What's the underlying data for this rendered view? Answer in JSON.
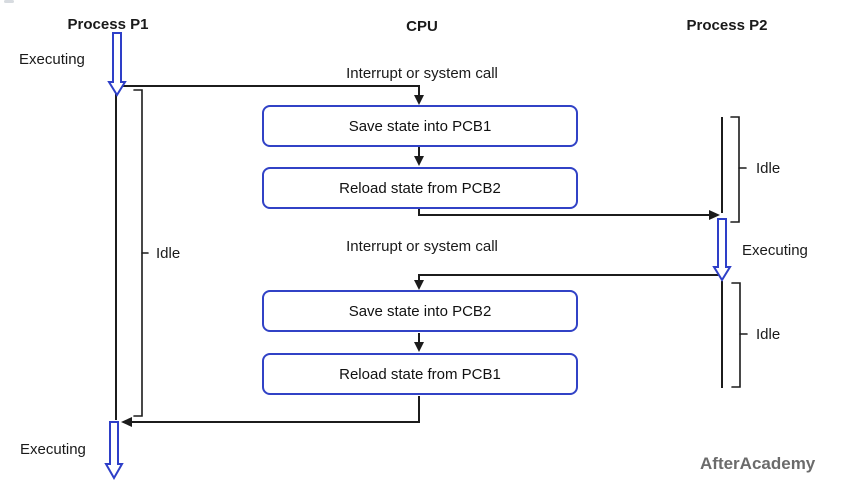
{
  "header": {
    "process_p1": "Process P1",
    "cpu": "CPU",
    "process_p2": "Process P2"
  },
  "p1": {
    "executing_top": "Executing",
    "idle": "Idle",
    "executing_bottom": "Executing"
  },
  "cpu_flow": {
    "interrupt_top": "Interrupt or system call",
    "interrupt_mid": "Interrupt or system call",
    "boxes": [
      {
        "label": "Save state into PCB1"
      },
      {
        "label": "Reload state from PCB2"
      },
      {
        "label": "Save state into PCB2"
      },
      {
        "label": "Reload state from PCB1"
      }
    ]
  },
  "p2": {
    "idle_top": "Idle",
    "executing": "Executing",
    "idle_bottom": "Idle"
  },
  "watermark": "AfterAcademy",
  "colors": {
    "accent_blue": "#2e3fc8",
    "line_black": "#1c1c1c",
    "watermark_gray": "#6b6b6b"
  }
}
